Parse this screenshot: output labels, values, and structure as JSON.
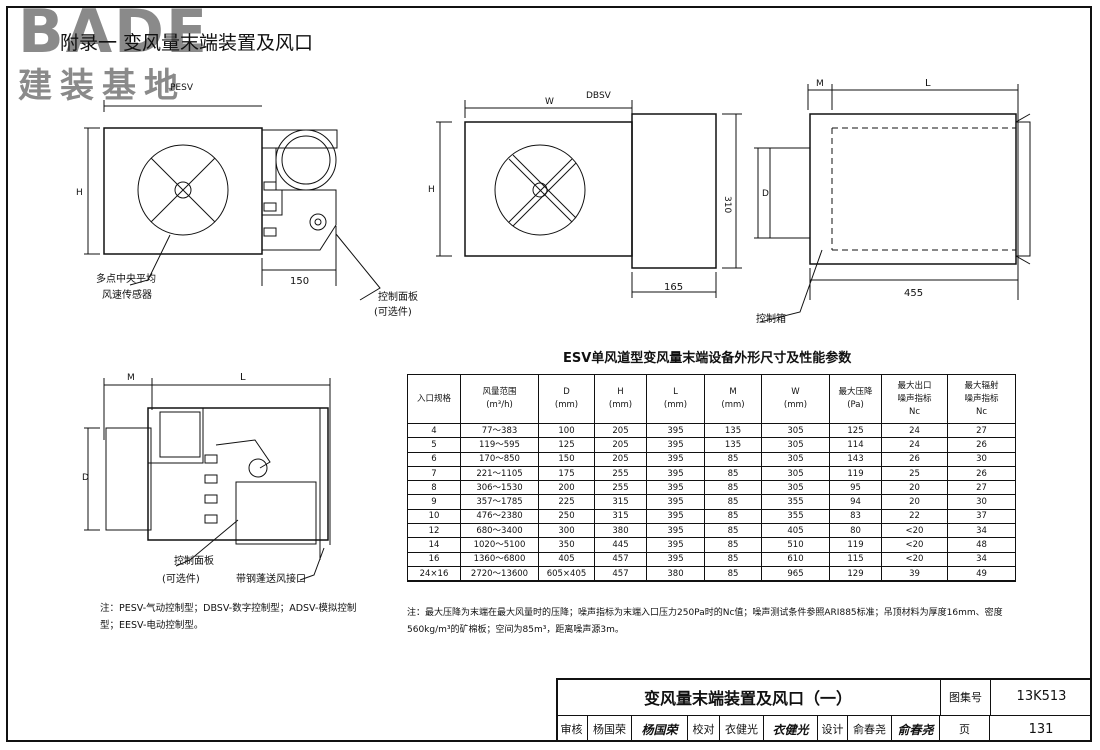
{
  "watermark": {
    "logo": "BADE",
    "subtitle": "建装基地"
  },
  "page_title": "附录一  变风量末端装置及风口",
  "drawings": {
    "pesv": {
      "name": "PESV",
      "height_label": "H",
      "dim_150": "150",
      "sensor_label_1": "多点中央平均",
      "sensor_label_2": "风速传感器",
      "panel_label_1": "控制面板",
      "panel_label_2": "(可选件)"
    },
    "dbsv": {
      "name": "DBSV",
      "width_label": "W",
      "height_label": "H",
      "dim_310": "310",
      "dim_165": "165"
    },
    "side": {
      "m_label": "M",
      "l_label": "L",
      "d_label": "D",
      "dim_455": "455",
      "box_label": "控制箱"
    },
    "lower": {
      "m_label": "M",
      "l_label": "L",
      "d_label": "D",
      "panel_label_1": "控制面板",
      "panel_label_2": "(可选件)",
      "outlet_label": "带钢蓬送风接口"
    }
  },
  "table": {
    "title": "ESV单风道型变风量末端设备外形尺寸及性能参数",
    "headers": [
      {
        "l1": "入口规格",
        "l2": ""
      },
      {
        "l1": "风量范围",
        "l2": "(m³/h)"
      },
      {
        "l1": "D",
        "l2": "(mm)"
      },
      {
        "l1": "H",
        "l2": "(mm)"
      },
      {
        "l1": "L",
        "l2": "(mm)"
      },
      {
        "l1": "M",
        "l2": "(mm)"
      },
      {
        "l1": "W",
        "l2": "(mm)"
      },
      {
        "l1": "最大压降",
        "l2": "(Pa)"
      },
      {
        "l1": "最大出口",
        "l2": "噪声指标",
        "l3": "Nc"
      },
      {
        "l1": "最大辐射",
        "l2": "噪声指标",
        "l3": "Nc"
      }
    ],
    "rows": [
      [
        "4",
        "77～383",
        "100",
        "205",
        "395",
        "135",
        "305",
        "125",
        "24",
        "27"
      ],
      [
        "5",
        "119～595",
        "125",
        "205",
        "395",
        "135",
        "305",
        "114",
        "24",
        "26"
      ],
      [
        "6",
        "170～850",
        "150",
        "205",
        "395",
        "85",
        "305",
        "143",
        "26",
        "30"
      ],
      [
        "7",
        "221～1105",
        "175",
        "255",
        "395",
        "85",
        "305",
        "119",
        "25",
        "26"
      ],
      [
        "8",
        "306～1530",
        "200",
        "255",
        "395",
        "85",
        "305",
        "95",
        "20",
        "27"
      ],
      [
        "9",
        "357～1785",
        "225",
        "315",
        "395",
        "85",
        "355",
        "94",
        "20",
        "30"
      ],
      [
        "10",
        "476～2380",
        "250",
        "315",
        "395",
        "85",
        "355",
        "83",
        "22",
        "37"
      ],
      [
        "12",
        "680～3400",
        "300",
        "380",
        "395",
        "85",
        "405",
        "80",
        "<20",
        "34"
      ],
      [
        "14",
        "1020～5100",
        "350",
        "445",
        "395",
        "85",
        "510",
        "119",
        "<20",
        "48"
      ],
      [
        "16",
        "1360～6800",
        "405",
        "457",
        "395",
        "85",
        "610",
        "115",
        "<20",
        "34"
      ],
      [
        "24×16",
        "2720～13600",
        "605×405",
        "457",
        "380",
        "85",
        "965",
        "129",
        "39",
        "49"
      ]
    ],
    "note": "注：最大压降为末端在最大风量时的压降；噪声指标为末端入口压力250Pa时的Nc值；噪声测试条件参照ARI885标准；吊顶材料为厚度16mm、密度560kg/m³的矿棉板；空间为85m³，距离噪声源3m。"
  },
  "abbr_note": "注：PESV-气动控制型；DBSV-数字控制型；ADSV-模拟控制型；EESV-电动控制型。",
  "title_block": {
    "title": "变风量末端装置及风口（一）",
    "atlas_label": "图集号",
    "atlas_no": "13K513",
    "page_label": "页",
    "page_no": "131",
    "review_label": "审核",
    "reviewer": "杨国荣",
    "reviewer_sig": "杨国荣",
    "check_label": "校对",
    "checker": "衣健光",
    "checker_sig": "衣健光",
    "design_label": "设计",
    "designer": "俞春尧",
    "designer_sig": "俞春尧"
  }
}
